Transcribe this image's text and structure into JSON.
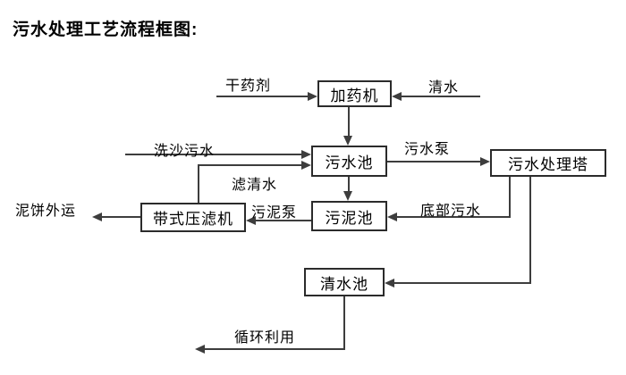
{
  "title": "污水处理工艺流程框图:",
  "nodes": {
    "dosing_machine": {
      "label": "加药机"
    },
    "sewage_pool": {
      "label": "污水池"
    },
    "treatment_tower": {
      "label": "污水处理塔"
    },
    "sludge_pool": {
      "label": "污泥池"
    },
    "belt_filter_press": {
      "label": "带式压滤机"
    },
    "clean_water_pool": {
      "label": "清水池"
    }
  },
  "edge_labels": {
    "dry_agent": "干药剂",
    "clean_water": "清水",
    "sand_washing_sewage": "洗沙污水",
    "filtered_water": "滤清水",
    "sewage_pump": "污水泵",
    "bottom_sewage": "底部污水",
    "sludge_pump": "污泥泵",
    "mud_cake_out": "泥饼外运",
    "recycling": "循环利用"
  },
  "colors": {
    "line": "#3d3d3d",
    "box_border": "#2b2b2b",
    "text": "#000000",
    "background": "#ffffff"
  }
}
